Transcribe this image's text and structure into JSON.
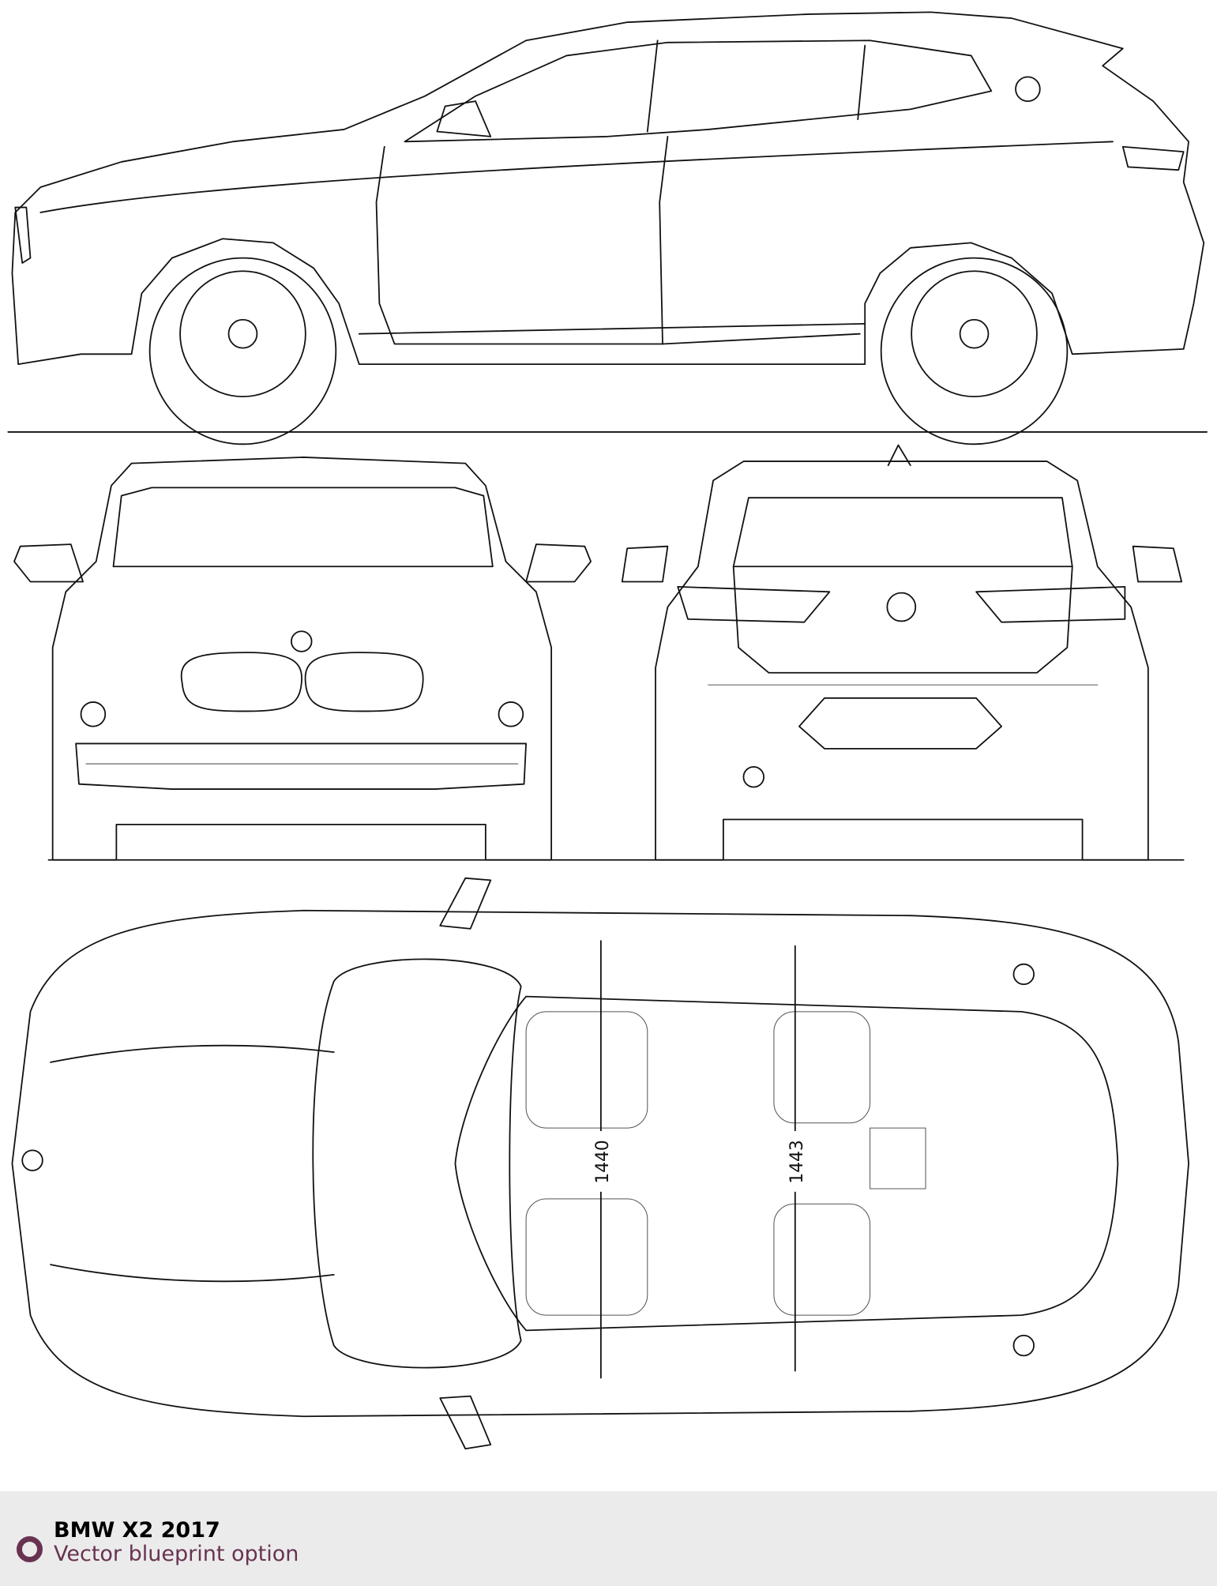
{
  "blueprint": {
    "views": [
      "side",
      "front",
      "rear",
      "top"
    ],
    "dimensions": {
      "front_track": "1440",
      "rear_track": "1443"
    }
  },
  "footer": {
    "title": "BMW X2 2017",
    "subtitle": "Vector blueprint option",
    "accent_color": "#683351"
  }
}
